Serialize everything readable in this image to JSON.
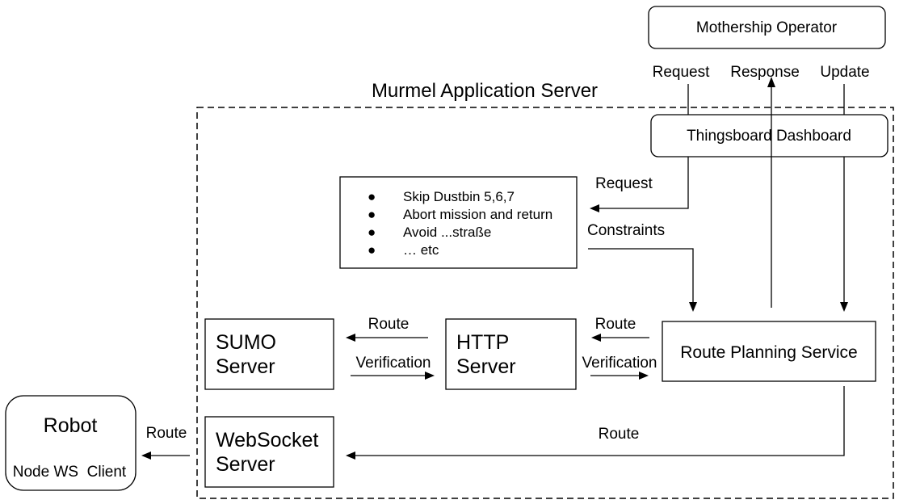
{
  "diagram": {
    "container": {
      "title": "Murmel Application Server"
    },
    "nodes": {
      "mothership_operator": "Mothership Operator",
      "thingsboard_dashboard": "Thingsboard Dashboard",
      "constraints_list": [
        "Skip Dustbin 5,6,7",
        "Abort mission and return",
        "Avoid  ...straße",
        "… etc"
      ],
      "constraints_bullet": "●",
      "sumo_server": [
        "SUMO",
        "Server"
      ],
      "http_server": [
        "HTTP",
        "Server"
      ],
      "route_planning_service": "Route Planning Service",
      "websocket_server": [
        "WebSocket",
        "Server"
      ],
      "robot": {
        "title": "Robot",
        "subtitle": "Node WS  Client"
      }
    },
    "edges": {
      "operator_request": "Request",
      "operator_response": "Response",
      "operator_update": "Update",
      "dashboard_request": "Request",
      "constraints": "Constraints",
      "route_to_sumo": "Route",
      "verification_to_http": "Verification",
      "route_to_http": "Route",
      "verification_to_rps": "Verification",
      "route_to_websocket": "Route",
      "route_to_robot": "Route"
    }
  }
}
